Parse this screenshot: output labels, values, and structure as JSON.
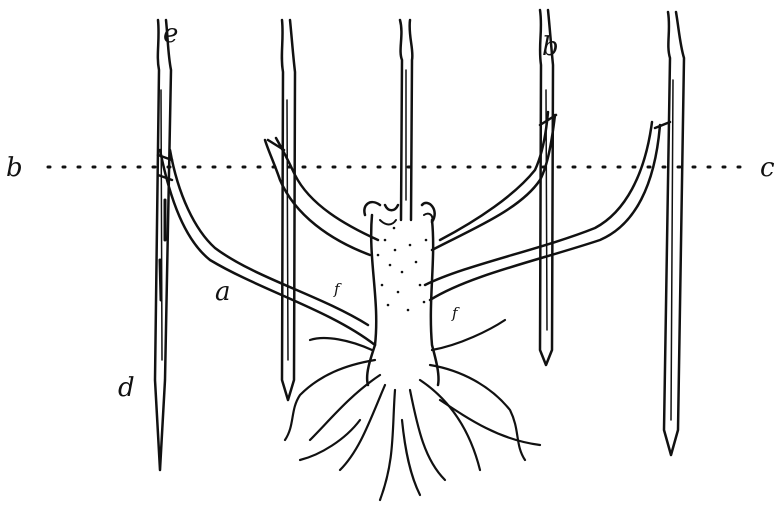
{
  "figure": {
    "labels": {
      "e": "e",
      "b_left": "b",
      "b_upper": "b",
      "c": "c",
      "a": "a",
      "d": "d",
      "f_left": "f",
      "f_right": "f"
    },
    "ink_color": "#111111",
    "background": "#ffffff"
  }
}
